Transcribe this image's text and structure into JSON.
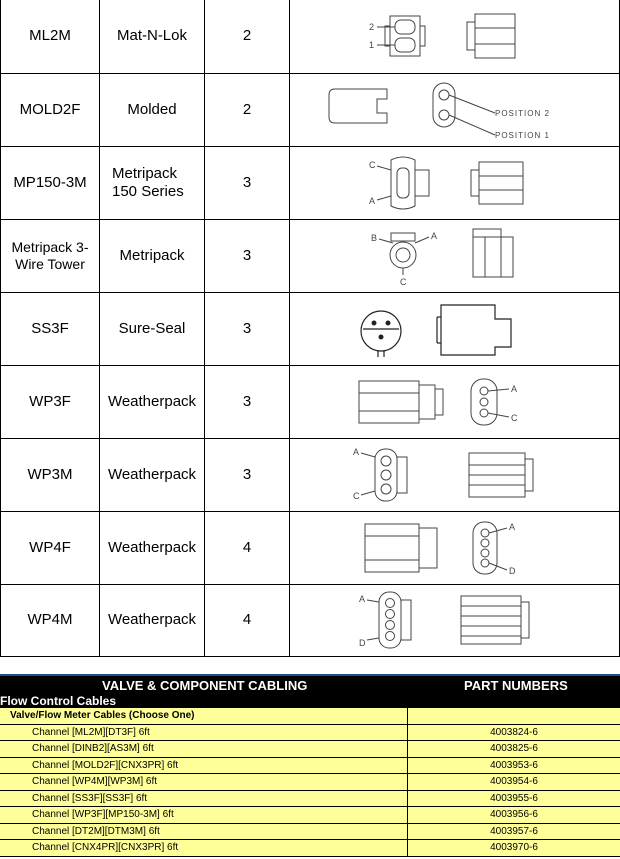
{
  "connectors": [
    {
      "code": "ML2M",
      "type": "Mat-N-Lok",
      "pins": "2",
      "labels": [
        "2",
        "1"
      ]
    },
    {
      "code": "MOLD2F",
      "type": "Molded",
      "pins": "2",
      "labels": [
        "POSITION 2",
        "POSITION 1"
      ]
    },
    {
      "code": "MP150-3M",
      "type": "Metripack 150 Series",
      "pins": "3",
      "labels": [
        "C",
        "A"
      ]
    },
    {
      "code": "Metripack 3-Wire Tower",
      "type": "Metripack",
      "pins": "3",
      "labels": [
        "B",
        "A",
        "C"
      ]
    },
    {
      "code": "SS3F",
      "type": "Sure-Seal",
      "pins": "3",
      "labels": []
    },
    {
      "code": "WP3F",
      "type": "Weatherpack",
      "pins": "3",
      "labels": [
        "A",
        "C"
      ]
    },
    {
      "code": "WP3M",
      "type": "Weatherpack",
      "pins": "3",
      "labels": [
        "A",
        "C"
      ]
    },
    {
      "code": "WP4F",
      "type": "Weatherpack",
      "pins": "4",
      "labels": [
        "A",
        "D"
      ]
    },
    {
      "code": "WP4M",
      "type": "Weatherpack",
      "pins": "4",
      "labels": [
        "A",
        "D"
      ]
    }
  ],
  "cabling": {
    "title": "VALVE & COMPONENT CABLING",
    "parts_header": "PART NUMBERS",
    "section": "Flow Control Cables",
    "group": "Valve/Flow Meter Cables (Choose One)",
    "rows": [
      {
        "desc": "Channel [ML2M][DT3F] 6ft",
        "part": "4003824-6"
      },
      {
        "desc": "Channel [DINB2][AS3M] 6ft",
        "part": "4003825-6"
      },
      {
        "desc": "Channel [MOLD2F][CNX3PR] 6ft",
        "part": "4003953-6"
      },
      {
        "desc": "Channel [WP4M][WP3M] 6ft",
        "part": "4003954-6"
      },
      {
        "desc": "Channel [SS3F][SS3F] 6ft",
        "part": "4003955-6"
      },
      {
        "desc": "Channel [WP3F][MP150-3M] 6ft",
        "part": "4003956-6"
      },
      {
        "desc": "Channel [DT2M][DTM3M] 6ft",
        "part": "4003957-6"
      },
      {
        "desc": "Channel [CNX4PR][CNX3PR] 6ft",
        "part": "4003970-6"
      }
    ]
  },
  "colors": {
    "row_fill": "#ffff99",
    "header_fill": "#000000",
    "header_border": "#1d4f86"
  }
}
